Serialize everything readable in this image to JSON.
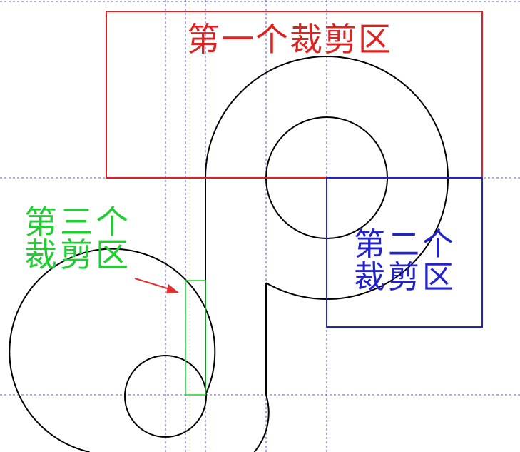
{
  "labels": {
    "first_region": "第一个裁剪区",
    "second_region_line1": "第二个",
    "second_region_line2": "裁剪区",
    "third_region_line1": "第三个",
    "third_region_line2": "裁剪区"
  },
  "colors": {
    "first_region": "#dd2222",
    "second_region": "#2222cc",
    "third_region": "#22cc33",
    "arrow": "#e03030",
    "guide_lines": "#2a2aa0",
    "outline": "#000000",
    "background": "#ffffff"
  }
}
